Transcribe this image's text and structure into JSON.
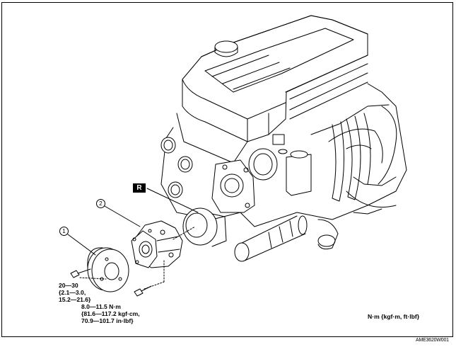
{
  "callouts": {
    "one": "1",
    "two": "2"
  },
  "r_mark": "R",
  "torque": {
    "bolt_pulley": [
      "20—30",
      "{2.1—3.0,",
      "15.2—21.6}"
    ],
    "bolt_pump": [
      "8.0—11.5 N·m",
      "{81.6—117.2 kgf·cm,",
      "70.9—101.7 in·lbf}"
    ]
  },
  "units_note": "N·m {kgf·m, ft·lbf}",
  "figure_code": "AME3620W001"
}
